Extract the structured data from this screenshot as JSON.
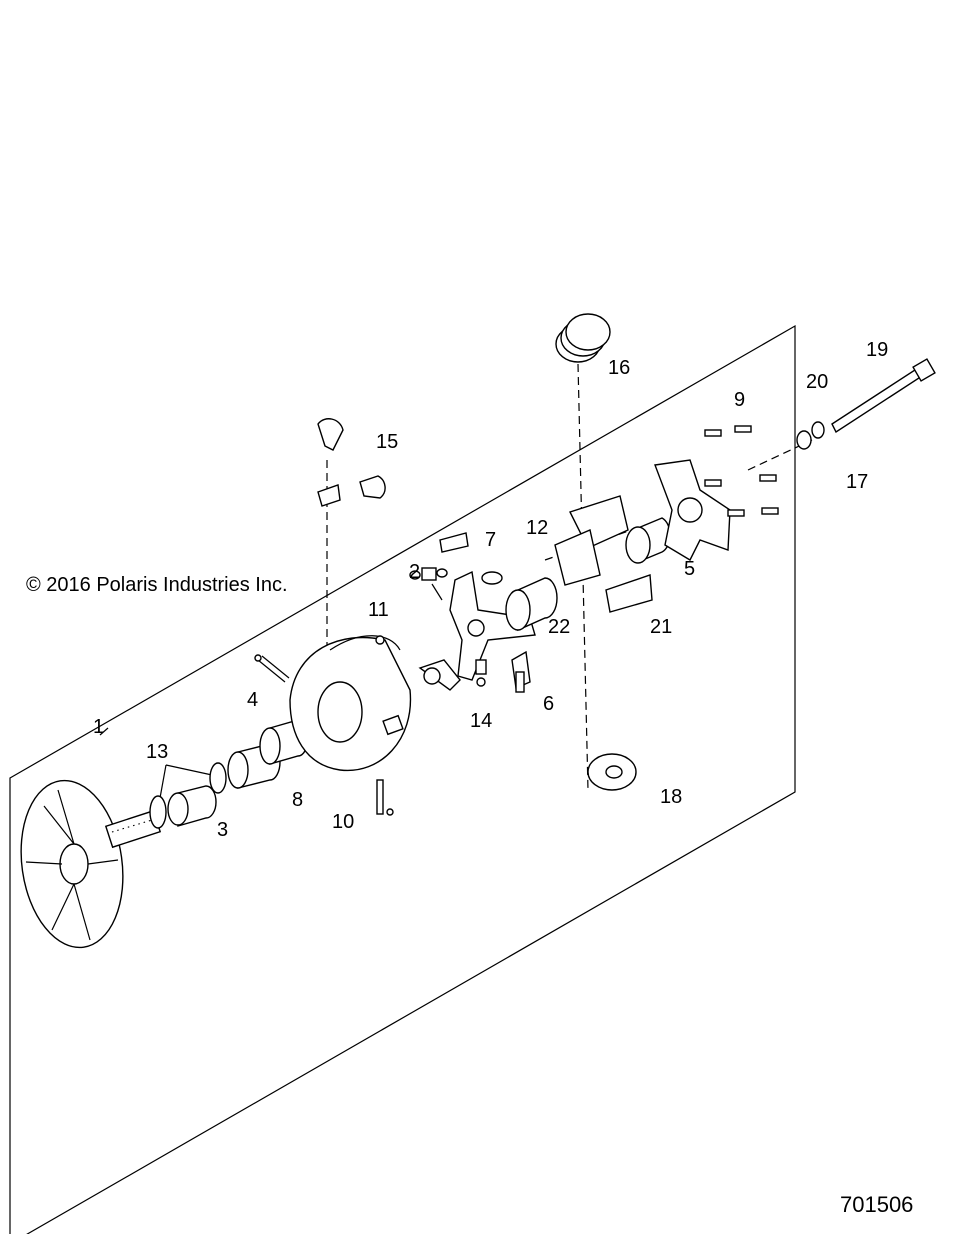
{
  "copyright": "© 2016 Polaris Industries Inc.",
  "document_id": "701506",
  "callouts": [
    {
      "id": "c1",
      "text": "1"
    },
    {
      "id": "c2",
      "text": "2"
    },
    {
      "id": "c3",
      "text": "3"
    },
    {
      "id": "c4",
      "text": "4"
    },
    {
      "id": "c5",
      "text": "5"
    },
    {
      "id": "c6",
      "text": "6"
    },
    {
      "id": "c7",
      "text": "7"
    },
    {
      "id": "c8",
      "text": "8"
    },
    {
      "id": "c9",
      "text": "9"
    },
    {
      "id": "c10",
      "text": "10"
    },
    {
      "id": "c11",
      "text": "11"
    },
    {
      "id": "c12",
      "text": "12"
    },
    {
      "id": "c13",
      "text": "13"
    },
    {
      "id": "c14",
      "text": "14"
    },
    {
      "id": "c15",
      "text": "15"
    },
    {
      "id": "c16",
      "text": "16"
    },
    {
      "id": "c17",
      "text": "17"
    },
    {
      "id": "c18",
      "text": "18"
    },
    {
      "id": "c19",
      "text": "19"
    },
    {
      "id": "c20",
      "text": "20"
    },
    {
      "id": "c21",
      "text": "21"
    },
    {
      "id": "c22",
      "text": "22"
    }
  ]
}
